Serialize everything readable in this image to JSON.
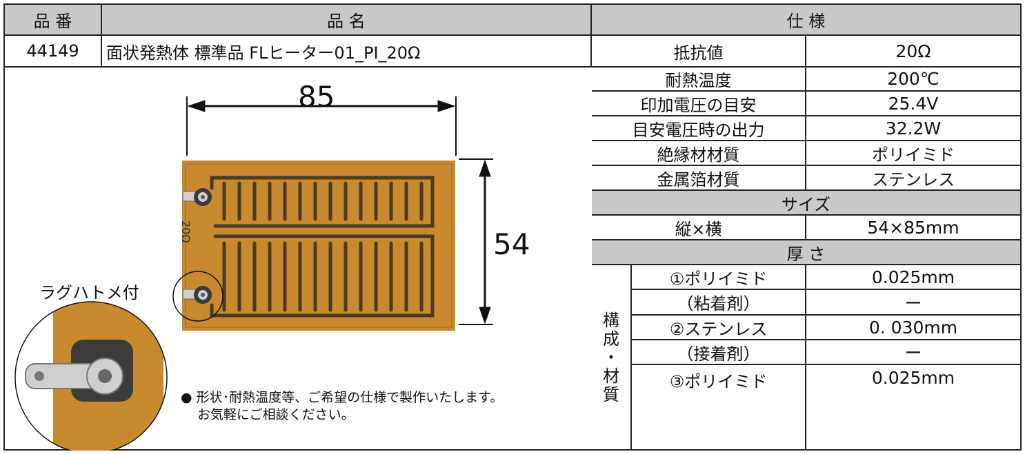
{
  "header": {
    "part_no_label": "品 番",
    "name_label": "品 名",
    "spec_label": "仕  様"
  },
  "product": {
    "part_no": "44149",
    "name": "面状発熱体 標準品 FLヒーター01_PI_20Ω"
  },
  "specs": [
    {
      "label": "抵抗値",
      "value": "20Ω"
    },
    {
      "label": "耐熱温度",
      "value": "200℃"
    },
    {
      "label": "印加電圧の目安",
      "value": "25.4V"
    },
    {
      "label": "目安電圧時の出力",
      "value": "32.2W"
    },
    {
      "label": "絶縁材材質",
      "value": "ポリイミド"
    },
    {
      "label": "金属箔材質",
      "value": "ステンレス"
    }
  ],
  "size_section": {
    "title": "サイズ",
    "label": "縦×横",
    "value": "54×85mm"
  },
  "thickness_section": {
    "title": "厚  さ",
    "group_label": [
      "構",
      "成",
      "・",
      "材",
      "質"
    ],
    "layers": [
      {
        "label": "①ポリイミド",
        "value": "0.025mm"
      },
      {
        "label": "（粘着剤）",
        "value": "ー"
      },
      {
        "label": "②ステンレス",
        "value": "0. 030mm"
      },
      {
        "label": "（接着剤）",
        "value": "ー"
      },
      {
        "label": "③ポリイミド",
        "value": "0.025mm"
      }
    ]
  },
  "illustration": {
    "width_dim": "85",
    "height_dim": "54",
    "marking": "20Ω",
    "lug_label": "ラグハトメ付",
    "note_line1": "● 形状･耐熱温度等、ご希望の仕様で製作いたします。",
    "note_line2": "お気軽にご相談ください。",
    "heater_color": "#c88a2c",
    "trace_color": "#4a3a22"
  }
}
